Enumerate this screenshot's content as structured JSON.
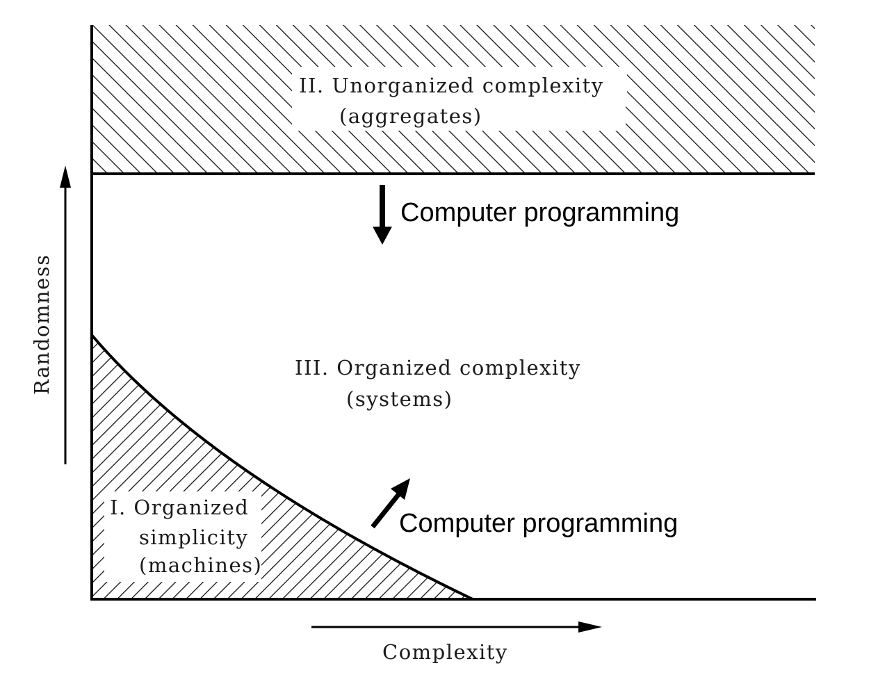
{
  "regions": {
    "unorganized": {
      "title": "II. Unorganized complexity",
      "subtitle": "(aggregates)"
    },
    "organized_complexity": {
      "title": "III. Organized complexity",
      "subtitle": "(systems)"
    },
    "organized_simplicity": {
      "line1": "I. Organized",
      "line2": "simplicity",
      "line3": "(machines)"
    }
  },
  "transitions": {
    "down": "Computer programming",
    "up": "Computer programming"
  },
  "axes": {
    "x_label": "Complexity",
    "y_label": "Randomness"
  }
}
